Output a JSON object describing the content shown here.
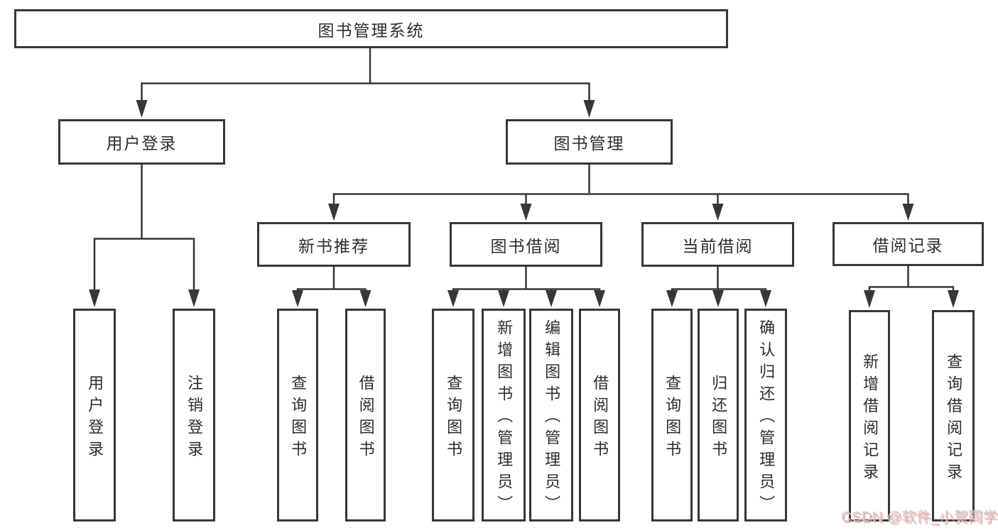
{
  "diagram": {
    "root": {
      "label": "图书管理系统"
    },
    "level2": [
      {
        "label": "用户登录"
      },
      {
        "label": "图书管理"
      }
    ],
    "level3": [
      {
        "label": "新书推荐"
      },
      {
        "label": "图书借阅"
      },
      {
        "label": "当前借阅"
      },
      {
        "label": "借阅记录"
      }
    ],
    "leaves": {
      "login": [
        {
          "label": "用户登录"
        },
        {
          "label": "注销登录"
        }
      ],
      "recommend": [
        {
          "label": "查询图书"
        },
        {
          "label": "借阅图书"
        }
      ],
      "borrow": [
        {
          "label": "查询图书"
        },
        {
          "label": "新增图书（管理员）"
        },
        {
          "label": "编辑图书（管理员）"
        },
        {
          "label": "借阅图书"
        }
      ],
      "current": [
        {
          "label": "查询图书"
        },
        {
          "label": "归还图书"
        },
        {
          "label": "确认归还（管理员）"
        }
      ],
      "records": [
        {
          "label": "新增借阅记录"
        },
        {
          "label": "查询借阅记录"
        }
      ]
    },
    "watermark": "CSDN @软件_小贺同学",
    "colors": {
      "line": "#373737",
      "text": "#2d2d2d",
      "background": "#ffffff",
      "watermark_text": "#cdcdcd",
      "watermark_shadow": "#efa0a0"
    }
  }
}
